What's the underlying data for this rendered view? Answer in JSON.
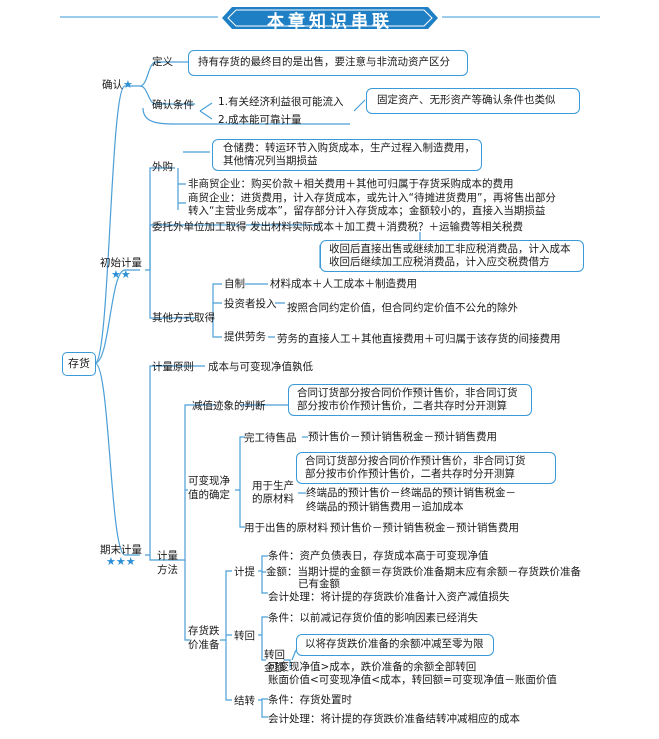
{
  "title": "本章知识串联",
  "root": "存货",
  "confirm": {
    "label": "确认",
    "stars": "★",
    "definition_label": "定义",
    "definition_text": "持有存货的最终目的是出售，要注意与非流动资产区分",
    "conditions_label": "确认条件",
    "condition_1": "1.有关经济利益很可能流入",
    "condition_2": "2.成本能可靠计量",
    "conditions_note": "固定资产、无形资产等确认条件也类似"
  },
  "initial": {
    "label": "初始计量",
    "stars": "★★",
    "purchase_label": "外购",
    "storage_note_1": "仓储费：转运环节入购货成本，生产过程入制造费用，",
    "storage_note_2": "其他情况列当期损益",
    "nontrade": "非商贸企业：购买价款＋相关费用＋其他可归属于存货采购成本的费用",
    "trade_1": "商贸企业：进货费用，计入存货成本，或先计入“待摊进货费用”，再将售出部分",
    "trade_2": "转入“主营业务成本”，留存部分计入存货成本；金额较小的，直接入当期损益",
    "consign_label": "委托外单位加工取得",
    "consign_formula": "发出材料实际成本＋加工费＋消费税？＋运输费等相关税费",
    "consign_tax_1": "收回后直接出售或继续加工非应税消费品，计入成本",
    "consign_tax_2": "收回后继续加工应税消费品，计入应交税费借方",
    "other_label": "其他方式取得",
    "self_label": "自制",
    "self_text": "材料成本＋人工成本＋制造费用",
    "investor_label": "投资者投入",
    "investor_text": "按照合同约定价值，但合同约定价值不公允的除外",
    "labor_label": "提供劳务",
    "labor_text": "劳务的直接人工＋其他直接费用＋可归属于该存货的间接费用"
  },
  "ending": {
    "label": "期末计量",
    "stars": "★★★",
    "principle_label": "计量原则",
    "principle_text": "成本与可变现净值孰低",
    "method_label_1": "计量",
    "method_label_2": "方法",
    "impair_judge": "减值迹象的判断",
    "contract_note_1": "合同订货部分按合同价作预计售价，非合同订货",
    "contract_note_2": "部分按市价作预计售价，二者共存时分开测算",
    "nrv_label_1": "可变现净",
    "nrv_label_2": "值的确定",
    "finished_label": "完工待售品",
    "finished_text": "预计售价－预计销售税金－预计销售费用",
    "contract_note2_1": "合同订货部分按合同价作预计售价，非合同订货",
    "contract_note2_2": "部分按市价作预计售价，二者共存时分开测算",
    "prod_material_label_1": "用于生产",
    "prod_material_label_2": "的原材料",
    "prod_material_text_1": "终端品的预计售价－终端品的预计销售税金－",
    "prod_material_text_2": "终端品的预计销售费用－追加成本",
    "sale_material_label": "用于出售的原材料",
    "sale_material_text": "预计售价－预计销售税金－预计销售费用",
    "reserve_label_1": "存货跌",
    "reserve_label_2": "价准备",
    "accrue_label": "计提",
    "accrue_cond": "条件：资产负债表日，存货成本高于可变现净值",
    "accrue_amount_1": "金额：当期计提的金额＝存货跌价准备期末应有余额－存货跌价准备",
    "accrue_amount_2": "已有金额",
    "accrue_account": "会计处理：将计提的存货跌价准备计入资产减值损失",
    "reverse_label": "转回",
    "reverse_cond": "条件：以前减记存货价值的影响因素已经消失",
    "reverse_amount_label_1": "转回",
    "reverse_amount_label_2": "金额",
    "reverse_limit": "以将存货跌价准备的余额冲减至零为限",
    "reverse_amount_1": "可变现净值>成本，跌价准备的余额全部转回",
    "reverse_amount_2": "账面价值<可变现净值<成本，转回额=可变现净值－账面价值",
    "writeoff_label": "结转",
    "writeoff_cond": "条件：存货处置时",
    "writeoff_account": "会计处理：将计提的存货跌价准备结转冲减相应的成本"
  },
  "colors": {
    "accent": "#3a9ad9",
    "line": "#4a9fd8",
    "banner": "#1f7fc4"
  }
}
